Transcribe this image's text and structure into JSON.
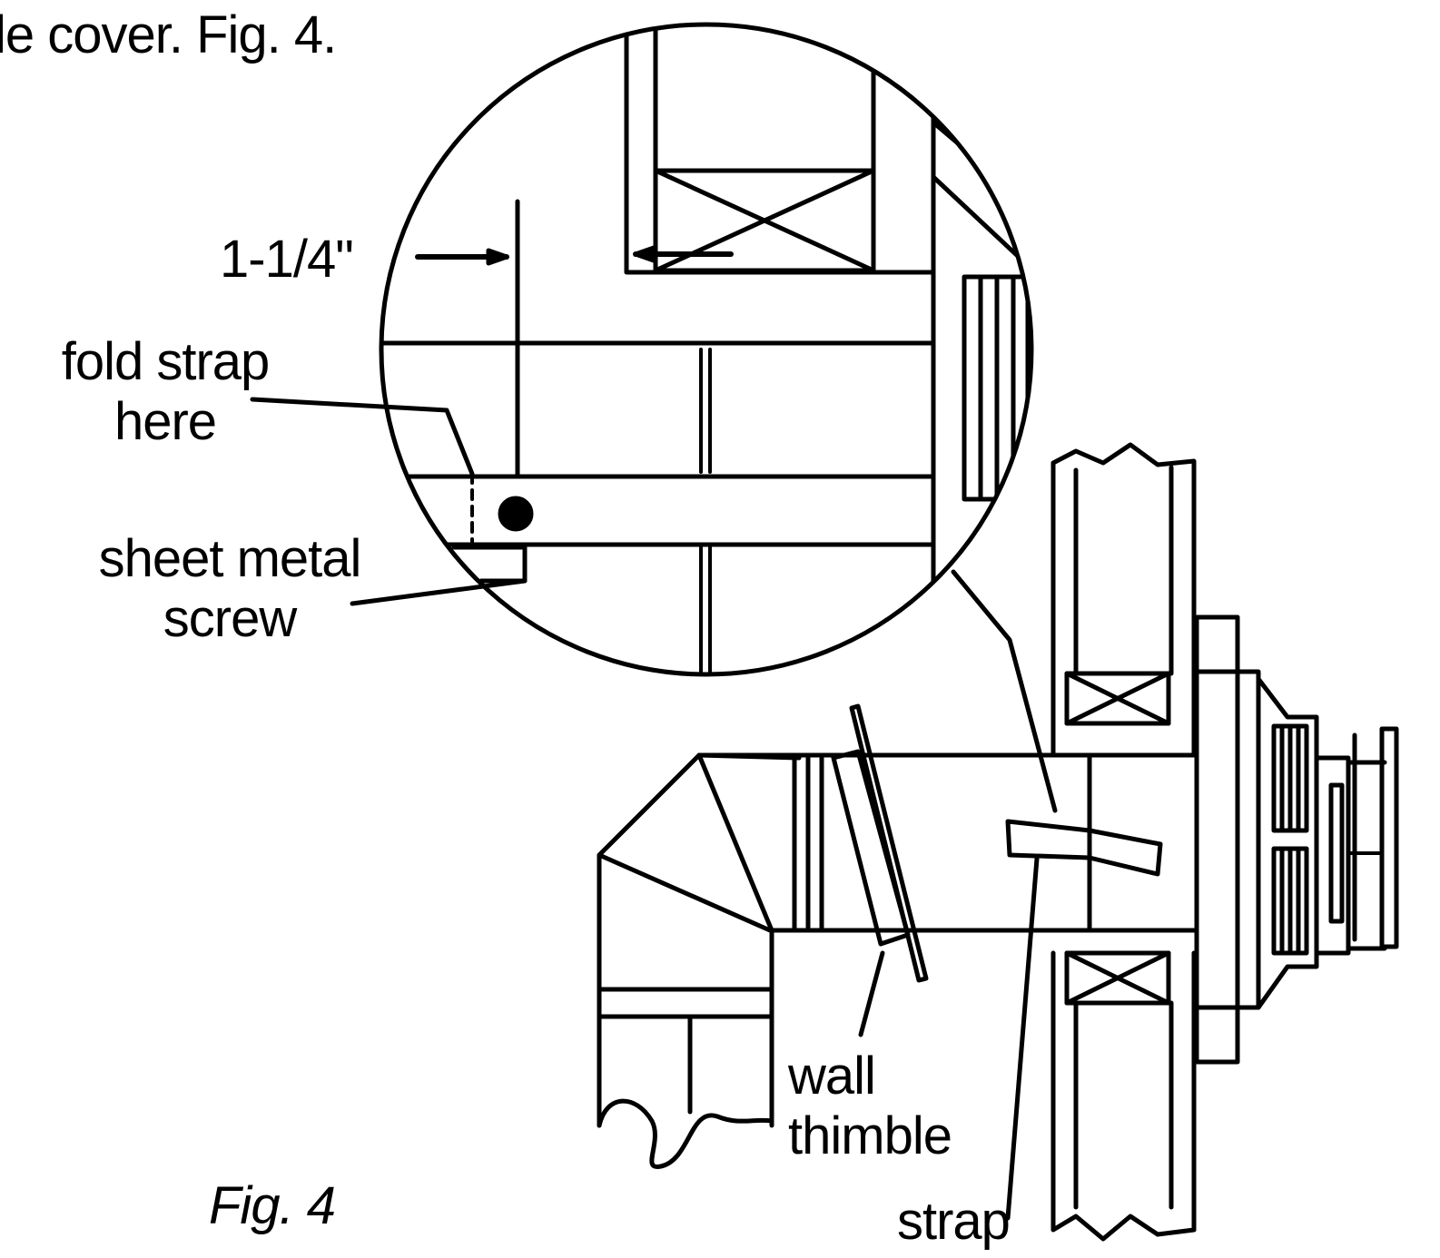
{
  "header_text": "le cover. Fig. 4.",
  "figure_caption": "Fig. 4",
  "labels": {
    "dimension": "1-1/4\"",
    "fold_strap_line1": "fold strap",
    "fold_strap_line2": "here",
    "sheet_metal_screw_line1": "sheet metal",
    "sheet_metal_screw_line2": "screw",
    "wall_thimble_line1": "wall",
    "wall_thimble_line2": "thimble",
    "strap": "strap"
  },
  "colors": {
    "ink": "#000000",
    "paper": "#ffffff"
  }
}
